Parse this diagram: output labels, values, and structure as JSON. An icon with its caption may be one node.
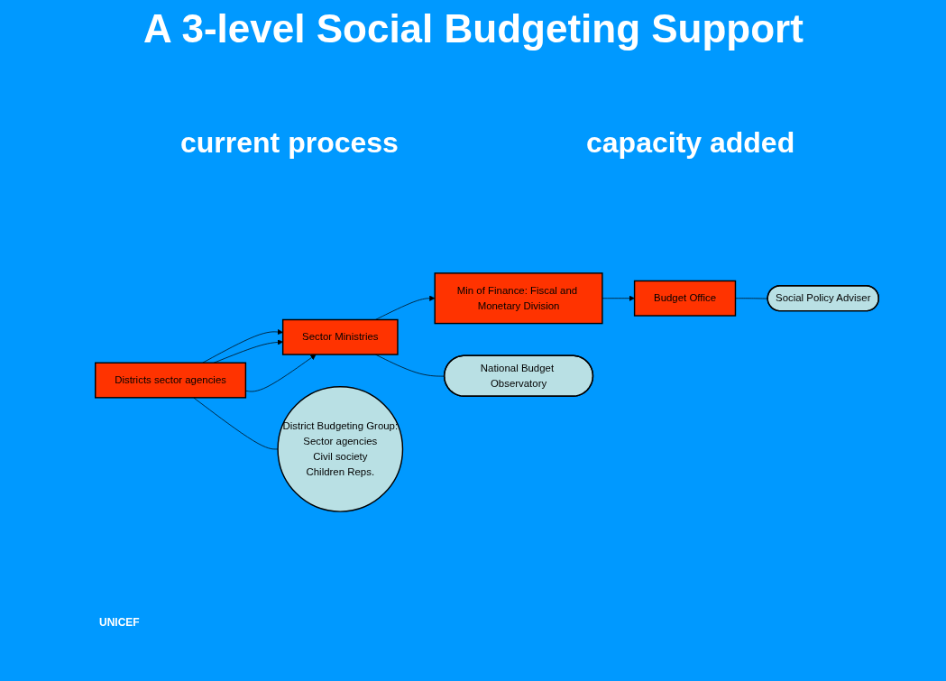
{
  "diagram": {
    "title": "A 3-level Social Budgeting Support",
    "nodes": [
      {
        "text": [
          "Budget Office"
        ]
      },
      {
        "text": [
          "Social Policy Adviser"
        ]
      },
      {
        "text": [
          "Min of Finance: Fiscal and Monetary Division"
        ]
      },
      {
        "text": [
          "Sector Ministries"
        ]
      },
      {
        "text": [
          "National Budget Observatory"
        ]
      },
      {
        "text": [
          "Districts sector agencies"
        ]
      },
      {
        "text": [
          "District Budgeting Group:",
          "Sector agencies",
          "Civil society",
          "Children Reps."
        ]
      }
    ],
    "edges": [
      {
        "from": 0,
        "to": 1,
        "arrow": "none"
      },
      {
        "from": 2,
        "to": 0,
        "arrow": "to"
      },
      {
        "from": 3,
        "to": 2,
        "arrow": "to"
      },
      {
        "from": 3,
        "to": 4,
        "arrow": "none"
      },
      {
        "from": 5,
        "to": 3,
        "arrow": "to"
      },
      {
        "from": 5,
        "to": 3,
        "arrow": "to"
      },
      {
        "from": 5,
        "to": 3,
        "arrow": "to"
      },
      {
        "from": 5,
        "to": 6,
        "arrow": "none"
      }
    ],
    "labels": [
      "current process",
      "capacity added",
      "UNICEF"
    ]
  }
}
